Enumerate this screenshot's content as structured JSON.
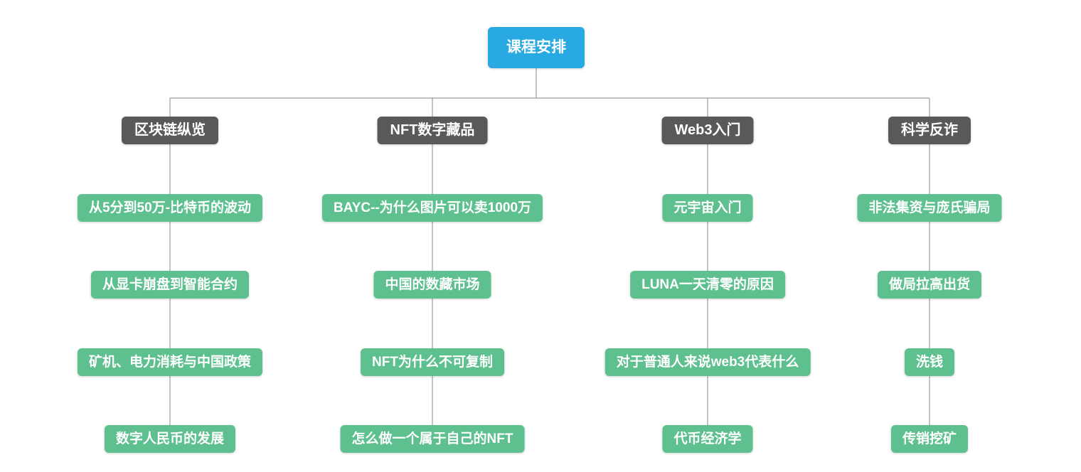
{
  "root": {
    "label": "课程安排"
  },
  "branches": [
    {
      "label": "区块链纵览",
      "children": [
        "从5分到50万-比特币的波动",
        "从显卡崩盘到智能合约",
        "矿机、电力消耗与中国政策",
        "数字人民币的发展"
      ]
    },
    {
      "label": "NFT数字藏品",
      "children": [
        "BAYC--为什么图片可以卖1000万",
        "中国的数藏市场",
        "NFT为什么不可复制",
        "怎么做一个属于自己的NFT"
      ]
    },
    {
      "label": "Web3入门",
      "children": [
        "元宇宙入门",
        "LUNA一天清零的原因",
        "对于普通人来说web3代表什么",
        "代币经济学"
      ]
    },
    {
      "label": "科学反诈",
      "children": [
        "非法集资与庞氏骗局",
        "做局拉高出货",
        "洗钱",
        "传销挖矿"
      ]
    }
  ],
  "colors": {
    "root": "#29a9e2",
    "branch": "#595959",
    "child": "#5ec08f",
    "line": "#9c9c9c",
    "text": "#ffffff"
  }
}
